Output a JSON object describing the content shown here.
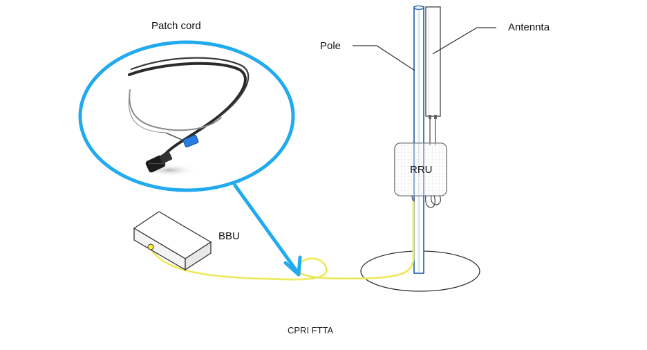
{
  "labels": {
    "patch_cord": "Patch cord",
    "pole": "Pole",
    "antenna": "Antennta",
    "rru": "RRU",
    "bbu": "BBU"
  },
  "caption": "CPRI FTTA",
  "colors": {
    "highlight_blue": "#22aaee",
    "fiber_yellow": "#f5f07a",
    "pole_blue": "#1a5aa8",
    "outline": "#333333"
  },
  "icons": {
    "patch_cord": "patch-cord-illustration",
    "bbu": "bbu-box",
    "rru": "rru-unit",
    "antenna": "antenna-panel",
    "pole": "mounting-pole",
    "base": "pole-base"
  }
}
